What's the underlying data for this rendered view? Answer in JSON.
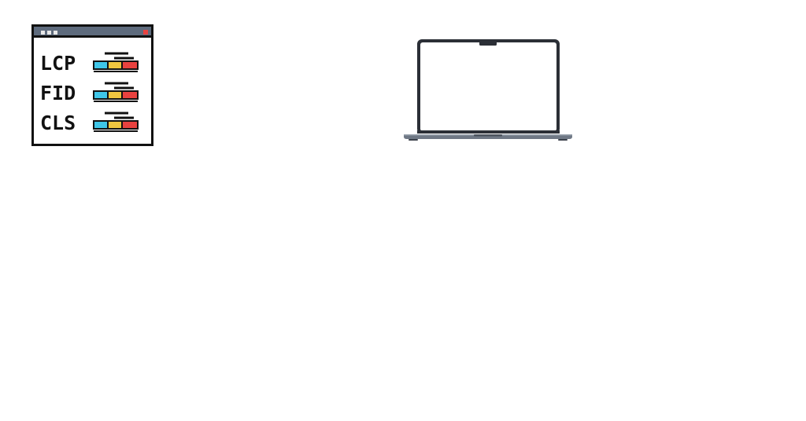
{
  "metrics": [
    {
      "label": "LCP",
      "bar_colors": [
        "#3fc6e8",
        "#f0c640",
        "#e8423f"
      ]
    },
    {
      "label": "FID",
      "bar_colors": [
        "#3fc6e8",
        "#f0c640",
        "#e8423f"
      ]
    },
    {
      "label": "CLS",
      "bar_colors": [
        "#3fc6e8",
        "#f0c640",
        "#e8423f"
      ]
    }
  ],
  "icons": {
    "vitals": "core-web-vitals-browser-icon",
    "device": "laptop-icon"
  },
  "colors": {
    "outline": "#111111",
    "titlebar": "#5e6b7d",
    "titlebar_dot": "#e8e8e8",
    "close_dot": "#e8423f",
    "laptop_body": "#2b2f36",
    "laptop_base": "#6f7885",
    "screen": "#ffffff"
  }
}
